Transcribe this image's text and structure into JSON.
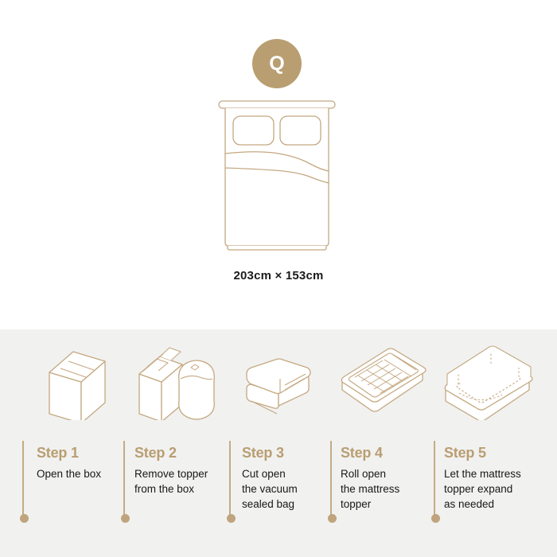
{
  "size_section": {
    "badge_label": "Q",
    "badge_name": "queen-size-badge",
    "dimensions_label": "203cm × 153cm",
    "bed_illustration_name": "bed-top-view-illustration"
  },
  "steps_section": {
    "steps": [
      {
        "icon": "closed-box-icon",
        "title": "Step 1",
        "description": "Open the box"
      },
      {
        "icon": "open-box-with-roll-icon",
        "title": "Step 2",
        "description": "Remove topper\nfrom the box"
      },
      {
        "icon": "folded-mattress-topper-icon",
        "title": "Step 3",
        "description": "Cut open\nthe vacuum\nsealed bag"
      },
      {
        "icon": "quilted-mattress-topper-icon",
        "title": "Step 4",
        "description": "Roll open\nthe mattress\ntopper"
      },
      {
        "icon": "expanded-mattress-topper-icon",
        "title": "Step 5",
        "description": "Let the mattress\ntopper expand\nas needed"
      }
    ]
  },
  "colors": {
    "accent_tan": "#b99e71",
    "line_tan": "#c4a880",
    "text_dark": "#181818",
    "panel_bg": "#f1f1f0",
    "page_bg": "#ffffff"
  }
}
